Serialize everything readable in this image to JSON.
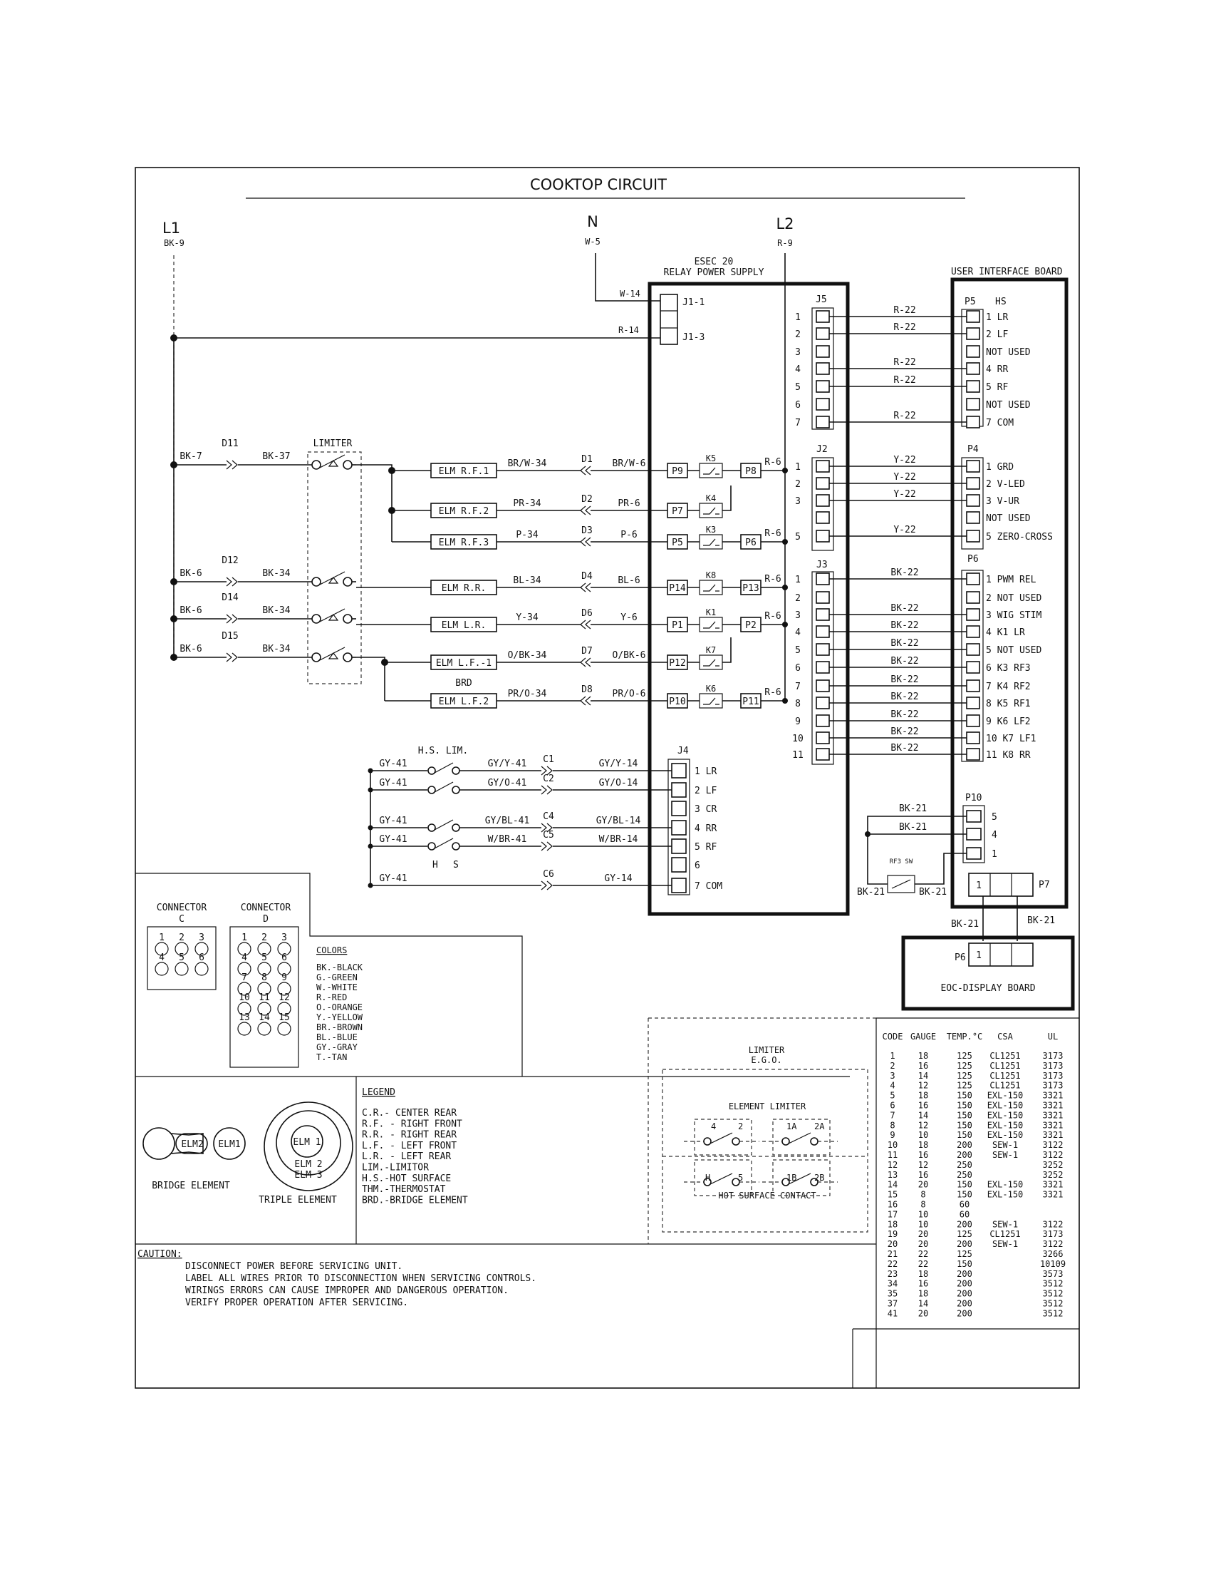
{
  "title": "COOKTOP CIRCUIT",
  "lines": {
    "l1": {
      "label": "L1",
      "wire": "BK-9"
    },
    "n": {
      "label": "N",
      "wire": "W-5"
    },
    "l2": {
      "label": "L2",
      "wire": "R-9"
    }
  },
  "relay_board": {
    "name_line1": "ESEC 20",
    "name_line2": "RELAY POWER SUPPLY",
    "j1_pins": [
      "J1-1",
      "J1-3"
    ],
    "j1_wires": [
      "W-14",
      "R-14"
    ]
  },
  "ui_board": {
    "name": "USER INTERFACE BOARD"
  },
  "limiter_label": "LIMITER",
  "elements": {
    "rf1": {
      "supply_wire": "BK-7",
      "diode": "D11",
      "limiter_wire": "BK-37",
      "name": "ELM R.F.1",
      "wire": "BR/W-34",
      "dconn": "D1",
      "relay_wire": "BR/W-6",
      "pin": "P9",
      "relay": "K5",
      "pin2": "P8",
      "l2_wire": "R-6"
    },
    "rf2": {
      "name": "ELM R.F.2",
      "wire": "PR-34",
      "dconn": "D2",
      "relay_wire": "PR-6",
      "pin": "P7",
      "relay": "K4"
    },
    "rf3": {
      "name": "ELM R.F.3",
      "wire": "P-34",
      "dconn": "D3",
      "relay_wire": "P-6",
      "pin": "P5",
      "relay": "K3",
      "pin2": "P6",
      "l2_wire": "R-6"
    },
    "rr": {
      "supply_wire": "BK-6",
      "diode": "D12",
      "limiter_wire": "BK-34",
      "name": "ELM R.R.",
      "wire": "BL-34",
      "dconn": "D4",
      "relay_wire": "BL-6",
      "pin": "P14",
      "relay": "K8",
      "pin2": "P13",
      "l2_wire": "R-6"
    },
    "lr": {
      "supply_wire": "BK-6",
      "diode": "D14",
      "limiter_wire": "BK-34",
      "name": "ELM L.R.",
      "wire": "Y-34",
      "dconn": "D6",
      "relay_wire": "Y-6",
      "pin": "P1",
      "relay": "K1",
      "pin2": "P2",
      "l2_wire": "R-6"
    },
    "lf1": {
      "supply_wire": "BK-6",
      "diode": "D15",
      "limiter_wire": "BK-34",
      "name": "ELM L.F.-1",
      "wire": "O/BK-34",
      "dconn": "D7",
      "relay_wire": "O/BK-6",
      "pin": "P12",
      "relay": "K7"
    },
    "lf2": {
      "brd": "BRD",
      "name": "ELM L.F.2",
      "wire": "PR/O-34",
      "dconn": "D8",
      "relay_wire": "PR/O-6",
      "pin": "P10",
      "relay": "K6",
      "pin2": "P11",
      "l2_wire": "R-6"
    }
  },
  "j5": {
    "name": "J5",
    "p_name": "P5",
    "p_title": "HS",
    "pins": [
      {
        "n": "1",
        "wire": "R-22",
        "label": "1  LR"
      },
      {
        "n": "2",
        "wire": "R-22",
        "label": "2  LF"
      },
      {
        "n": "3",
        "wire": "",
        "label": "NOT USED"
      },
      {
        "n": "4",
        "wire": "R-22",
        "label": "4  RR"
      },
      {
        "n": "5",
        "wire": "R-22",
        "label": "5  RF"
      },
      {
        "n": "6",
        "wire": "",
        "label": "NOT USED"
      },
      {
        "n": "7",
        "wire": "R-22",
        "label": "7  COM"
      }
    ]
  },
  "j2": {
    "name": "J2",
    "p_name": "P4",
    "pins": [
      {
        "n": "1",
        "wire": "Y-22",
        "label": "1  GRD"
      },
      {
        "n": "2",
        "wire": "Y-22",
        "label": "2  V-LED"
      },
      {
        "n": "3",
        "wire": "Y-22",
        "label": "3  V-UR"
      },
      {
        "n": "",
        "wire": "",
        "label": "NOT USED"
      },
      {
        "n": "5",
        "wire": "Y-22",
        "label": "5  ZERO-CROSS"
      }
    ]
  },
  "j3": {
    "name": "J3",
    "p_name": "P6",
    "pins": [
      {
        "n": "1",
        "wire": "BK-22",
        "label": "1  PWM REL"
      },
      {
        "n": "2",
        "wire": "",
        "label": "2  NOT USED"
      },
      {
        "n": "3",
        "wire": "BK-22",
        "label": "3  WIG STIM"
      },
      {
        "n": "4",
        "wire": "BK-22",
        "label": "4  K1  LR"
      },
      {
        "n": "5",
        "wire": "BK-22",
        "label": "5  NOT USED"
      },
      {
        "n": "6",
        "wire": "BK-22",
        "label": "6  K3  RF3"
      },
      {
        "n": "7",
        "wire": "BK-22",
        "label": "7  K4  RF2"
      },
      {
        "n": "8",
        "wire": "BK-22",
        "label": "8  K5  RF1"
      },
      {
        "n": "9",
        "wire": "BK-22",
        "label": "9  K6  LF2"
      },
      {
        "n": "10",
        "wire": "BK-22",
        "label": "10  K7  LF1"
      },
      {
        "n": "11",
        "wire": "BK-22",
        "label": "11  K8  RR"
      }
    ]
  },
  "hs": {
    "lim_label": "H.S. LIM.",
    "h": "H",
    "s": "S",
    "j4": "J4",
    "rows": [
      {
        "in_wire": "GY-41",
        "mid_wire": "GY/Y-41",
        "conn": "C1",
        "out_wire": "GY/Y-14",
        "label": "1  LR"
      },
      {
        "in_wire": "GY-41",
        "mid_wire": "GY/O-41",
        "conn": "C2",
        "out_wire": "GY/O-14",
        "label": "2  LF"
      },
      {
        "in_wire": "",
        "mid_wire": "",
        "conn": "",
        "out_wire": "",
        "label": "3  CR"
      },
      {
        "in_wire": "GY-41",
        "mid_wire": "GY/BL-41",
        "conn": "C4",
        "out_wire": "GY/BL-14",
        "label": "4  RR"
      },
      {
        "in_wire": "GY-41",
        "mid_wire": "W/BR-41",
        "conn": "C5",
        "out_wire": "W/BR-14",
        "label": "5  RF"
      },
      {
        "in_wire": "",
        "mid_wire": "",
        "conn": "",
        "out_wire": "",
        "label": "6"
      },
      {
        "in_wire": "GY-41",
        "mid_wire": "",
        "conn": "C6",
        "out_wire": "GY-14",
        "label": "7  COM"
      }
    ]
  },
  "p10": {
    "name": "P10",
    "pins": [
      "5",
      "4",
      "1"
    ],
    "wires": [
      "BK-21",
      "BK-21"
    ],
    "switch": "RF3 SW",
    "sw_wires": [
      "BK-21",
      "BK-21"
    ]
  },
  "p7": {
    "name": "P7",
    "pin": "1"
  },
  "display": {
    "name": "EOC-DISPLAY BOARD",
    "connector": "P6",
    "pin": "1",
    "wires": [
      "BK-21",
      "BK-21"
    ]
  },
  "connectors": {
    "c": {
      "title1": "CONNECTOR",
      "title2": "C",
      "pins": [
        "1",
        "2",
        "3",
        "4",
        "5",
        "6"
      ]
    },
    "d": {
      "title1": "CONNECTOR",
      "title2": "D",
      "pins": [
        "1",
        "2",
        "3",
        "4",
        "5",
        "6",
        "7",
        "8",
        "9",
        "10",
        "11",
        "12",
        "13",
        "14",
        "15"
      ]
    }
  },
  "colors": {
    "title": "COLORS",
    "items": [
      "BK.-BLACK",
      "G.-GREEN",
      "W.-WHITE",
      "R.-RED",
      "O.-ORANGE",
      "Y.-YELLOW",
      "BR.-BROWN",
      "BL.-BLUE",
      "GY.-GRAY",
      "T.-TAN"
    ]
  },
  "legend": {
    "title": "LEGEND",
    "items": [
      "C.R.- CENTER REAR",
      "R.F.  - RIGHT FRONT",
      "R.R.  - RIGHT REAR",
      "L.F.  - LEFT FRONT",
      "L.R.  - LEFT REAR",
      "LIM.-LIMITOR",
      "H.S.-HOT SURFACE",
      "THM.-THERMOSTAT",
      "BRD.-BRIDGE ELEMENT"
    ]
  },
  "bridge": {
    "label": "BRIDGE ELEMENT",
    "elm2": "ELM2",
    "elm1": "ELM1"
  },
  "triple": {
    "label": "TRIPLE ELEMENT",
    "elm1": "ELM 1",
    "elm2": "ELM 2",
    "elm3": "ELM 3"
  },
  "limiter_detail": {
    "title1": "LIMITER",
    "title2": "E.G.O.",
    "element_limiter": "ELEMENT LIMITER",
    "hot_surface": "HOT SURFACE CONTACT",
    "t4": "4",
    "t2": "2",
    "t1a": "1A",
    "t2a": "2A",
    "th": "H",
    "t5": "5",
    "t1b": "1B",
    "t2b": "2B"
  },
  "caution": {
    "title": "CAUTION:",
    "lines": [
      "DISCONNECT POWER BEFORE SERVICING UNIT.",
      "LABEL ALL WIRES PRIOR TO DISCONNECTION WHEN SERVICING CONTROLS.",
      "WIRINGS ERRORS CAN CAUSE IMPROPER AND DANGEROUS OPERATION.",
      "VERIFY PROPER OPERATION AFTER SERVICING."
    ]
  },
  "wire_table": {
    "headers": [
      "CODE",
      "GAUGE",
      "TEMP.°C",
      "CSA",
      "UL"
    ],
    "rows": [
      [
        "1",
        "18",
        "125",
        "CL1251",
        "3173"
      ],
      [
        "2",
        "16",
        "125",
        "CL1251",
        "3173"
      ],
      [
        "3",
        "14",
        "125",
        "CL1251",
        "3173"
      ],
      [
        "4",
        "12",
        "125",
        "CL1251",
        "3173"
      ],
      [
        "5",
        "18",
        "150",
        "EXL-150",
        "3321"
      ],
      [
        "6",
        "16",
        "150",
        "EXL-150",
        "3321"
      ],
      [
        "7",
        "14",
        "150",
        "EXL-150",
        "3321"
      ],
      [
        "8",
        "12",
        "150",
        "EXL-150",
        "3321"
      ],
      [
        "9",
        "10",
        "150",
        "EXL-150",
        "3321"
      ],
      [
        "10",
        "18",
        "200",
        "SEW-1",
        "3122"
      ],
      [
        "11",
        "16",
        "200",
        "SEW-1",
        "3122"
      ],
      [
        "12",
        "12",
        "250",
        "",
        "3252"
      ],
      [
        "13",
        "16",
        "250",
        "",
        "3252"
      ],
      [
        "14",
        "20",
        "150",
        "EXL-150",
        "3321"
      ],
      [
        "15",
        "8",
        "150",
        "EXL-150",
        "3321"
      ],
      [
        "16",
        "8",
        "60",
        "",
        ""
      ],
      [
        "17",
        "10",
        "60",
        "",
        ""
      ],
      [
        "18",
        "10",
        "200",
        "SEW-1",
        "3122"
      ],
      [
        "19",
        "20",
        "125",
        "CL1251",
        "3173"
      ],
      [
        "20",
        "20",
        "200",
        "SEW-1",
        "3122"
      ],
      [
        "21",
        "22",
        "125",
        "",
        "3266"
      ],
      [
        "22",
        "22",
        "150",
        "",
        "10109"
      ],
      [
        "23",
        "18",
        "200",
        "",
        "3573"
      ],
      [
        "34",
        "16",
        "200",
        "",
        "3512"
      ],
      [
        "35",
        "18",
        "200",
        "",
        "3512"
      ],
      [
        "37",
        "14",
        "200",
        "",
        "3512"
      ],
      [
        "41",
        "20",
        "200",
        "",
        "3512"
      ]
    ]
  }
}
